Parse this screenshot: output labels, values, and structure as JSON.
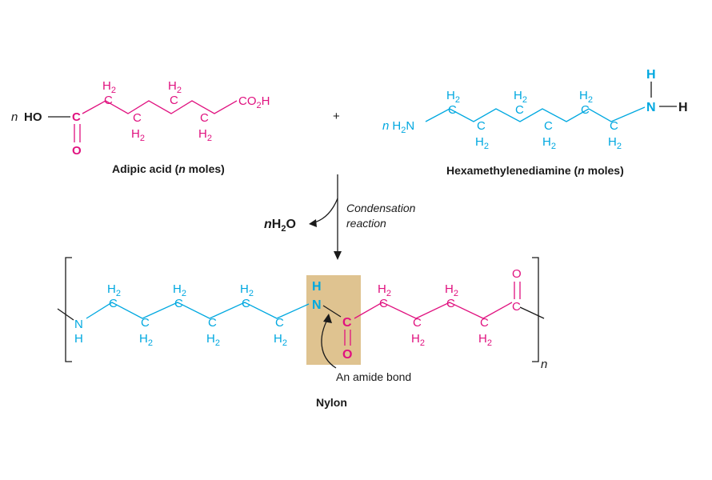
{
  "colors": {
    "acid": "#e0117f",
    "amine": "#00a8e0",
    "highlight": "#d9b87c",
    "text": "#1a1a1a"
  },
  "labels": {
    "coefficient": "n",
    "plus": "+",
    "adipic_name": "Adipic acid (",
    "adipic_n": "n",
    "adipic_tail": " moles)",
    "hexa_name": "Hexamethylenediamine (",
    "hexa_n": "n",
    "hexa_tail": " moles)",
    "reaction_line1": "Condensation",
    "reaction_line2": "reaction",
    "water_n": "n",
    "water_h": "H",
    "water_sub": "2",
    "water_o": "O",
    "amide_label": "An amide bond",
    "product_name": "Nylon",
    "repeat_n": "n"
  },
  "atoms": {
    "C": "C",
    "O": "O",
    "H": "H",
    "N": "N",
    "HO": "HO",
    "H2N": "H",
    "H2N_sub": "2",
    "H2N_N": "N",
    "CO2H_C": "CO",
    "CO2H_sub": "2",
    "CO2H_H": "H",
    "HN": "HN",
    "H2_H": "H",
    "H2_sub": "2"
  }
}
